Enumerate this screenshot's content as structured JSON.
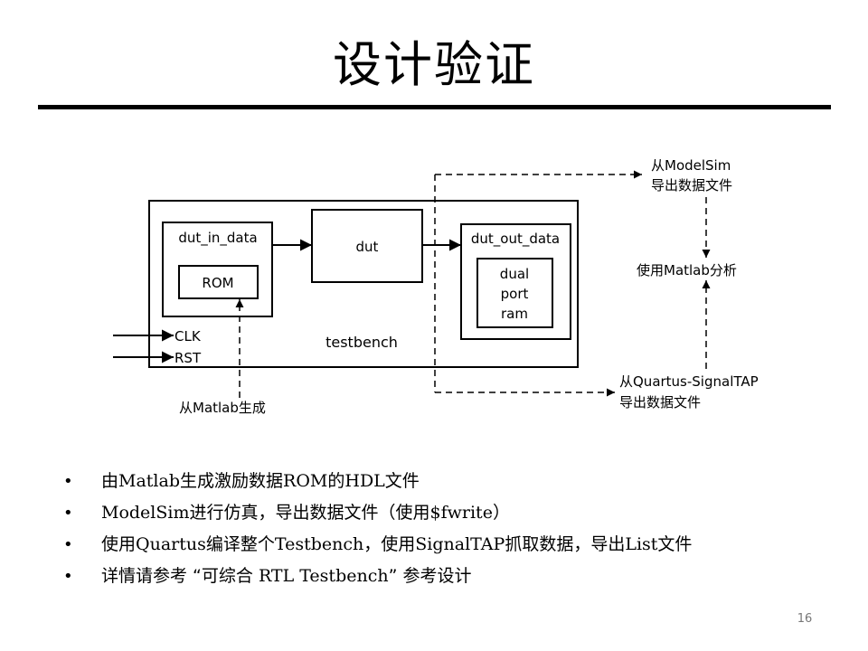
{
  "slide": {
    "title": "设计验证",
    "page_number": "16"
  },
  "diagram": {
    "testbench_label": "testbench",
    "dut_in_data_label": "dut_in_data",
    "rom_label": "ROM",
    "dut_label": "dut",
    "dut_out_data_label": "dut_out_data",
    "ram_lines": [
      "dual",
      "port",
      "ram"
    ],
    "clk_label": "CLK",
    "rst_label": "RST",
    "matlab_gen_label": "从Matlab生成",
    "modelsim_export_lines": [
      "从ModelSim",
      "导出数据文件"
    ],
    "matlab_analysis_label": "使用Matlab分析",
    "quartus_export_lines": [
      "从Quartus-SignalTAP",
      "导出数据文件"
    ]
  },
  "bullets": [
    {
      "parts": [
        "由",
        "Matlab",
        "生成激励数据",
        "ROM",
        "的",
        "HDL",
        "文件"
      ]
    },
    {
      "parts": [
        "",
        "ModelSim",
        "进行仿真，导出数据文件（使用",
        "$fwrite",
        "）"
      ]
    },
    {
      "parts": [
        "使用",
        "Quartus",
        "编译整个",
        "Testbench",
        "，使用",
        "SignalTAP",
        "抓取数据，导出",
        "List",
        "文件"
      ]
    },
    {
      "parts": [
        "详情请参考 “可综合 ",
        "RTL Testbench",
        "” 参考设计"
      ]
    }
  ],
  "colors": {
    "text": "#000000",
    "page_number": "#777777"
  }
}
